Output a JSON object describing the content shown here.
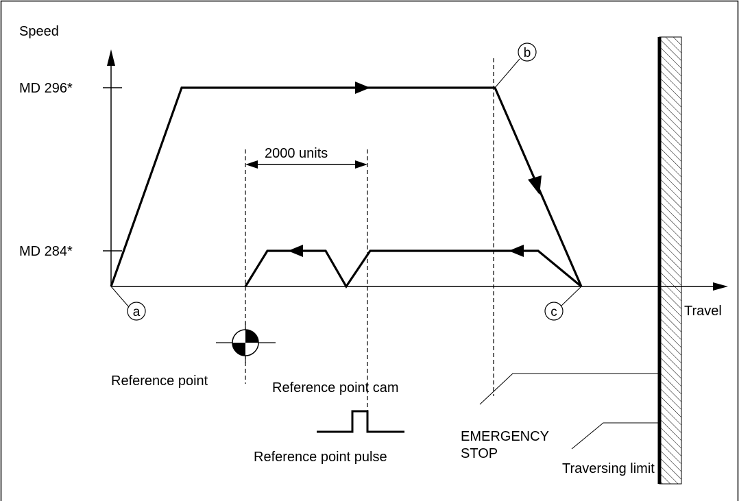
{
  "axes": {
    "y_label": "Speed",
    "x_label": "Travel"
  },
  "speed_levels": {
    "high": "MD 296*",
    "low": "MD 284*"
  },
  "dimension": {
    "label": "2000 units"
  },
  "markers": {
    "a": "a",
    "b": "b",
    "c": "c"
  },
  "annotations": {
    "reference_point": "Reference point",
    "reference_point_cam": "Reference point cam",
    "reference_point_pulse": "Reference point pulse",
    "emergency_stop_line1": "EMERGENCY",
    "emergency_stop_line2": "STOP",
    "traversing_limit": "Traversing limit"
  }
}
